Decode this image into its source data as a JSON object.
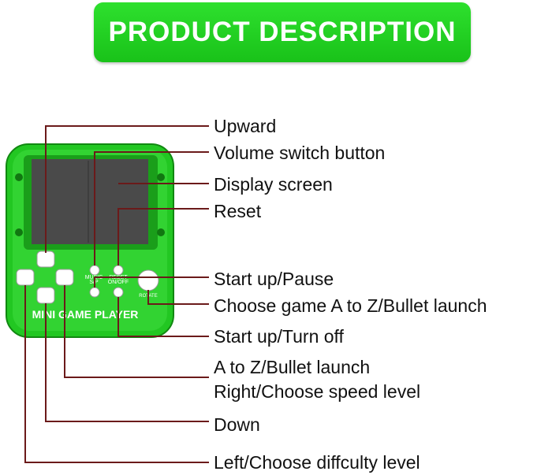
{
  "banner": {
    "title": "PRODUCT DESCRIPTION"
  },
  "device": {
    "brand": "MINI GAME PLAYER",
    "btn_labels": {
      "music": "MUSIC",
      "sp": "S/P",
      "reset": "RESET",
      "onoff": "ON/OFF",
      "rotate": "ROTATE"
    },
    "body_color": "#22c722",
    "screen_color": "#4a4a4a"
  },
  "callouts": [
    "Upward",
    "Volume switch button",
    "Display screen",
    "Reset",
    "Start up/Pause",
    "Choose game A to Z/Bullet launch",
    "Start up/Turn off",
    "A to Z/Bullet launch",
    "Right/Choose speed level",
    "Down",
    "Left/Choose diffculty level"
  ],
  "colors": {
    "banner": "#22d022",
    "leader_line": "#6b1a1a",
    "text": "#111111"
  }
}
